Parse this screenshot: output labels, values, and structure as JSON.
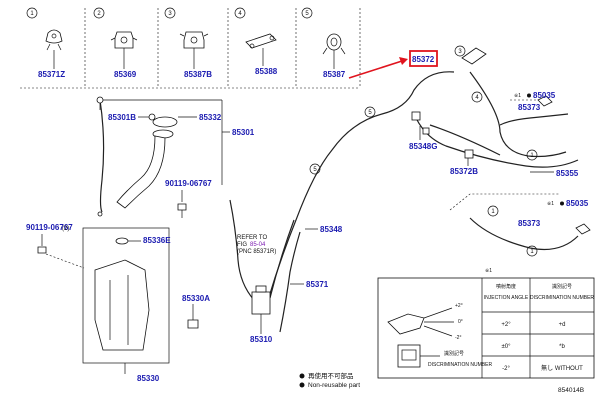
{
  "header_refs": [
    "1",
    "2",
    "3",
    "4",
    "5"
  ],
  "header_parts": [
    "85371Z",
    "85369",
    "85387B",
    "85388",
    "85387"
  ],
  "parts": {
    "p85372": "85372",
    "p85301B": "85301B",
    "p85332": "85332",
    "p85301": "85301",
    "p85373a": "85373",
    "p85035a": "85035",
    "p85348G": "85348G",
    "p85372B": "85372B",
    "p85355": "85355",
    "p85035b": "85035",
    "p85373b": "85373",
    "p85348": "85348",
    "p85336E": "85336E",
    "p85371": "85371",
    "p85330A": "85330A",
    "p85310": "85310",
    "p85330": "85330",
    "clip1": "90119-06767",
    "clip2": "90119-06767"
  },
  "clip2_qty": "(2)",
  "refer_to": {
    "line1": "REFER TO",
    "line2_prefix": "FIG",
    "fig": "85-04",
    "line3": "(PNC 85371R)"
  },
  "callouts": {
    "c3": "3",
    "c4": "4",
    "c5a": "5",
    "c5b": "5",
    "c1a": "1",
    "c1b": "1",
    "c1c": "1",
    "star1": "※1",
    "star2": "※1"
  },
  "table": {
    "note": "※1",
    "col1_jp": "噴射角度",
    "col1_en": "INJECTION ANGLE",
    "col2_jp": "識別記号",
    "col2_en": "DISCRIMINATION NUMBER",
    "rows": [
      {
        "angle": "+2°",
        "mark": "+d"
      },
      {
        "angle": "±0°",
        "mark": "*b"
      },
      {
        "angle": "-2°",
        "mark": "無し WITHOUT"
      }
    ],
    "diagram_angles": [
      "+2°",
      "0°",
      "-2°"
    ],
    "mark_jp": "識別記号",
    "mark_en": "DISCRIMINATION NUMBER"
  },
  "legend": {
    "jp": "再使用不可部品",
    "en": "Non-reusable part"
  },
  "figure_id": "854014B",
  "colors": {
    "part_number": "#1a1ab0",
    "highlight": "#e0141e",
    "line": "#111111"
  }
}
